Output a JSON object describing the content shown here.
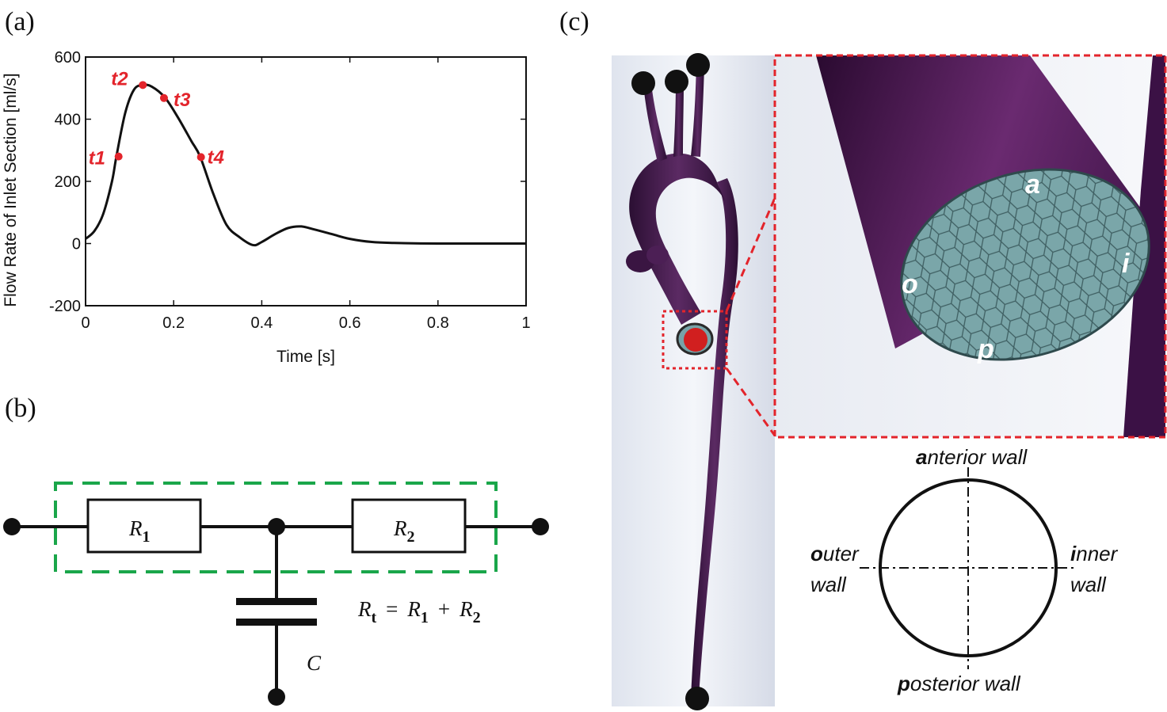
{
  "panels": {
    "a": "(a)",
    "b": "(b)",
    "c": "(c)"
  },
  "chart_data": {
    "type": "line",
    "xlabel": "Time [s]",
    "ylabel": "Flow Rate of Inlet Section [ml/s]",
    "xlim": [
      0,
      1
    ],
    "ylim": [
      -200,
      600
    ],
    "xticks": [
      0,
      0.2,
      0.4,
      0.6,
      0.8,
      1
    ],
    "xtick_labels": [
      "0",
      "0.2",
      "0.4",
      "0.6",
      "0.8",
      "1"
    ],
    "yticks": [
      -200,
      0,
      200,
      400,
      600
    ],
    "ytick_labels": [
      "-200",
      "0",
      "200",
      "400",
      "600"
    ],
    "grid": false,
    "series": [
      {
        "x": [
          0,
          0.02,
          0.04,
          0.06,
          0.07,
          0.09,
          0.11,
          0.13,
          0.15,
          0.18,
          0.21,
          0.24,
          0.26,
          0.29,
          0.32,
          0.35,
          0.38,
          0.4,
          0.43,
          0.46,
          0.49,
          0.52,
          0.56,
          0.6,
          0.65,
          0.7,
          0.8,
          1.0
        ],
        "y": [
          15,
          40,
          95,
          200,
          280,
          420,
          495,
          510,
          505,
          470,
          405,
          330,
          280,
          160,
          60,
          20,
          -5,
          5,
          30,
          50,
          55,
          45,
          30,
          15,
          5,
          2,
          0,
          0
        ]
      }
    ],
    "annotations": [
      {
        "label": "t1",
        "x": 0.075,
        "y": 280
      },
      {
        "label": "t2",
        "x": 0.13,
        "y": 510
      },
      {
        "label": "t3",
        "x": 0.178,
        "y": 468
      },
      {
        "label": "t4",
        "x": 0.262,
        "y": 278
      }
    ],
    "colors": {
      "line": "#111111",
      "marker": "#e3242b"
    }
  },
  "circuit": {
    "r1_sym": "R",
    "r1_sub": "1",
    "r2_sym": "R",
    "r2_sub": "2",
    "c_label": "C",
    "eq": {
      "lhs_sym": "R",
      "lhs_sub": "t",
      "eq_sign": "=",
      "a_sym": "R",
      "a_sub": "1",
      "plus": "+",
      "b_sym": "R",
      "b_sub": "2"
    },
    "box_color": "#1aa64a"
  },
  "zoom_labels": {
    "a": "a",
    "i": "i",
    "o": "o",
    "p": "p"
  },
  "walls": {
    "anterior_bold": "a",
    "anterior_rest": "nterior wall",
    "posterior_bold": "p",
    "posterior_rest": "osterior wall",
    "outer_bold": "o",
    "outer_rest": "uter",
    "outer_line2": "wall",
    "inner_bold": "i",
    "inner_rest": "nner",
    "inner_line2": "wall"
  },
  "colors": {
    "vessel": "#4a1f52",
    "mesh": "#78a3a6",
    "highlight": "#e3242b"
  }
}
